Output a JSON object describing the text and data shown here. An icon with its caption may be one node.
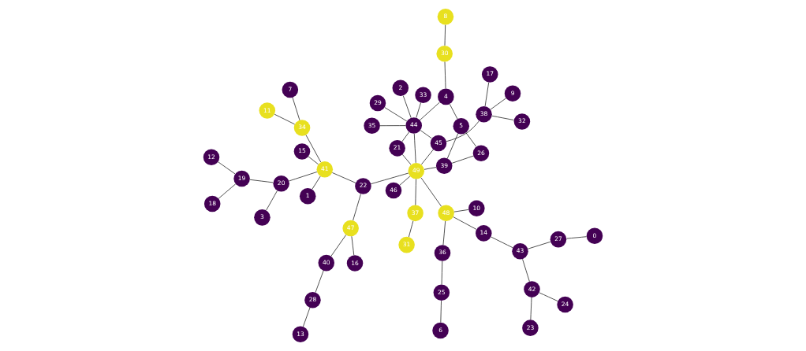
{
  "diagram": {
    "nodes": [
      {
        "text": [
          "0"
        ]
      },
      {
        "text": [
          "1"
        ]
      },
      {
        "text": [
          "2"
        ]
      },
      {
        "text": [
          "3"
        ]
      },
      {
        "text": [
          "4"
        ]
      },
      {
        "text": [
          "5"
        ]
      },
      {
        "text": [
          "6"
        ]
      },
      {
        "text": [
          "7"
        ]
      },
      {
        "text": [
          "8"
        ]
      },
      {
        "text": [
          "9"
        ]
      },
      {
        "text": [
          "10"
        ]
      },
      {
        "text": [
          "11"
        ]
      },
      {
        "text": [
          "12"
        ]
      },
      {
        "text": [
          "13"
        ]
      },
      {
        "text": [
          "14"
        ]
      },
      {
        "text": [
          "15"
        ]
      },
      {
        "text": [
          "16"
        ]
      },
      {
        "text": [
          "17"
        ]
      },
      {
        "text": [
          "18"
        ]
      },
      {
        "text": [
          "19"
        ]
      },
      {
        "text": [
          "20"
        ]
      },
      {
        "text": [
          "21"
        ]
      },
      {
        "text": [
          "22"
        ]
      },
      {
        "text": [
          "23"
        ]
      },
      {
        "text": [
          "24"
        ]
      },
      {
        "text": [
          "25"
        ]
      },
      {
        "text": [
          "26"
        ]
      },
      {
        "text": [
          "27"
        ]
      },
      {
        "text": [
          "28"
        ]
      },
      {
        "text": [
          "29"
        ]
      },
      {
        "text": [
          "30"
        ]
      },
      {
        "text": [
          "31"
        ]
      },
      {
        "text": [
          "32"
        ]
      },
      {
        "text": [
          "33"
        ]
      },
      {
        "text": [
          "34"
        ]
      },
      {
        "text": [
          "35"
        ]
      },
      {
        "text": [
          "36"
        ]
      },
      {
        "text": [
          "37"
        ]
      },
      {
        "text": [
          "38"
        ]
      },
      {
        "text": [
          "39"
        ]
      },
      {
        "text": [
          "40"
        ]
      },
      {
        "text": [
          "41"
        ]
      },
      {
        "text": [
          "42"
        ]
      },
      {
        "text": [
          "43"
        ]
      },
      {
        "text": [
          "44"
        ]
      },
      {
        "text": [
          "45"
        ]
      },
      {
        "text": [
          "46"
        ]
      },
      {
        "text": [
          "47"
        ]
      },
      {
        "text": [
          "48"
        ]
      },
      {
        "text": [
          "49"
        ]
      }
    ],
    "edges": [
      {
        "from": 41,
        "to": 20,
        "arrow": "none"
      },
      {
        "from": 20,
        "to": 3,
        "arrow": "none"
      },
      {
        "from": 20,
        "to": 19,
        "arrow": "none"
      },
      {
        "from": 19,
        "to": 12,
        "arrow": "none"
      },
      {
        "from": 19,
        "to": 18,
        "arrow": "none"
      },
      {
        "from": 41,
        "to": 34,
        "arrow": "none"
      },
      {
        "from": 34,
        "to": 7,
        "arrow": "none"
      },
      {
        "from": 34,
        "to": 11,
        "arrow": "none"
      },
      {
        "from": 41,
        "to": 15,
        "arrow": "none"
      },
      {
        "from": 41,
        "to": 1,
        "arrow": "none"
      },
      {
        "from": 41,
        "to": 22,
        "arrow": "none"
      },
      {
        "from": 22,
        "to": 47,
        "arrow": "none"
      },
      {
        "from": 22,
        "to": 49,
        "arrow": "none"
      },
      {
        "from": 16,
        "to": 47,
        "arrow": "none"
      },
      {
        "from": 40,
        "to": 47,
        "arrow": "none"
      },
      {
        "from": 28,
        "to": 40,
        "arrow": "none"
      },
      {
        "from": 13,
        "to": 28,
        "arrow": "none"
      },
      {
        "from": 25,
        "to": 36,
        "arrow": "none"
      },
      {
        "from": 6,
        "to": 25,
        "arrow": "none"
      },
      {
        "from": 36,
        "to": 48,
        "arrow": "none"
      },
      {
        "from": 49,
        "to": 48,
        "arrow": "none"
      },
      {
        "from": 48,
        "to": 10,
        "arrow": "none"
      },
      {
        "from": 48,
        "to": 14,
        "arrow": "none"
      },
      {
        "from": 14,
        "to": 43,
        "arrow": "none"
      },
      {
        "from": 43,
        "to": 42,
        "arrow": "none"
      },
      {
        "from": 43,
        "to": 27,
        "arrow": "none"
      },
      {
        "from": 27,
        "to": 0,
        "arrow": "none"
      },
      {
        "from": 42,
        "to": 23,
        "arrow": "none"
      },
      {
        "from": 42,
        "to": 24,
        "arrow": "none"
      },
      {
        "from": 49,
        "to": 46,
        "arrow": "none"
      },
      {
        "from": 49,
        "to": 45,
        "arrow": "none"
      },
      {
        "from": 49,
        "to": 21,
        "arrow": "none"
      },
      {
        "from": 49,
        "to": 44,
        "arrow": "none"
      },
      {
        "from": 49,
        "to": 37,
        "arrow": "none"
      },
      {
        "from": 49,
        "to": 39,
        "arrow": "none"
      },
      {
        "from": 45,
        "to": 38,
        "arrow": "none"
      },
      {
        "from": 38,
        "to": 32,
        "arrow": "none"
      },
      {
        "from": 38,
        "to": 9,
        "arrow": "none"
      },
      {
        "from": 38,
        "to": 17,
        "arrow": "none"
      },
      {
        "from": 45,
        "to": 44,
        "arrow": "none"
      },
      {
        "from": 21,
        "to": 44,
        "arrow": "none"
      },
      {
        "from": 44,
        "to": 29,
        "arrow": "none"
      },
      {
        "from": 44,
        "to": 35,
        "arrow": "none"
      },
      {
        "from": 44,
        "to": 2,
        "arrow": "none"
      },
      {
        "from": 44,
        "to": 33,
        "arrow": "none"
      },
      {
        "from": 44,
        "to": 4,
        "arrow": "none"
      },
      {
        "from": 37,
        "to": 31,
        "arrow": "none"
      },
      {
        "from": 4,
        "to": 30,
        "arrow": "none"
      },
      {
        "from": 30,
        "to": 8,
        "arrow": "none"
      },
      {
        "from": 4,
        "to": 5,
        "arrow": "none"
      },
      {
        "from": 5,
        "to": 26,
        "arrow": "none"
      },
      {
        "from": 39,
        "to": 5,
        "arrow": "none"
      },
      {
        "from": 39,
        "to": 26,
        "arrow": "none"
      }
    ]
  }
}
